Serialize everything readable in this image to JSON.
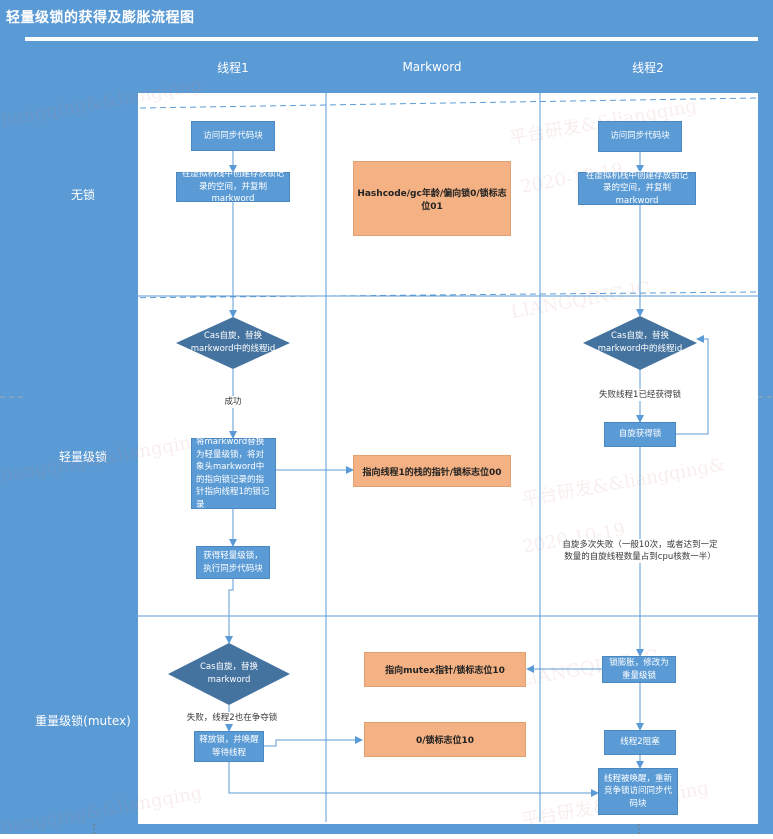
{
  "title": "轻量级锁的获得及膨胀流程图",
  "lanes": {
    "thread1": "线程1",
    "markword": "Markword",
    "thread2": "线程2"
  },
  "phases": {
    "unlocked": "无锁",
    "lightweight": "轻量级锁",
    "heavyweight": "重量级锁(mutex)"
  },
  "t1": {
    "access": "访问同步代码块",
    "create_record": "在虚拟机栈中创建存放锁记录的空间，并复制markword",
    "cas_replace": "Cas自旋，替换markword中的线程id",
    "success": "成功",
    "replace_markword": "将markword替换为轻量级锁，将对象头markword中的指向锁记录的指针指向线程1的锁记录",
    "acquired": "获得轻量级锁，执行同步代码块",
    "cas_replace2": "Cas自旋，替换markword",
    "fail_contending": "失败，线程2也在争夺锁",
    "release": "释放锁，并唤醒等待线程"
  },
  "mw": {
    "hashcode": "Hashcode/gc年龄/偏向锁0/锁标志位01",
    "ptr_t1": "指向线程1的栈的指针/锁标志位00",
    "ptr_mutex": "指向mutex指针/锁标志位10",
    "flag10": "0/锁标志位10"
  },
  "t2": {
    "access": "访问同步代码块",
    "create_record": "在虚拟机栈中创建存放锁记录的空间，并复制markword",
    "cas_replace": "Cas自旋，替换markword中的线程id",
    "fail_t1_has": "失败线程1已经获得锁",
    "spin_acquire": "自旋获得锁",
    "spin_fail_note": "自旋多次失败（一般10次，或者达到一定数量的自旋线程数量占到cpu核数一半）",
    "inflate": "锁膨胀，修改为重量级锁",
    "blocked": "线程2阻塞",
    "woken": "线程被唤醒，重新竞争锁访问同步代码块"
  },
  "watermarks": [
    "liangqing&&liangqing",
    "平台研发&&liangqing",
    "2020-10-19",
    "LIANGQING-IC",
    "平台研发&&liangqing&",
    "2020-10-19",
    "LIANGQING-IC",
    "liangqing&&liangqing",
    "liangqing&&liangqing",
    "平台研发&&liangqing"
  ],
  "colors": {
    "frame": "#5b9bd5",
    "box": "#5b9bd5",
    "orange": "#f4b183"
  }
}
